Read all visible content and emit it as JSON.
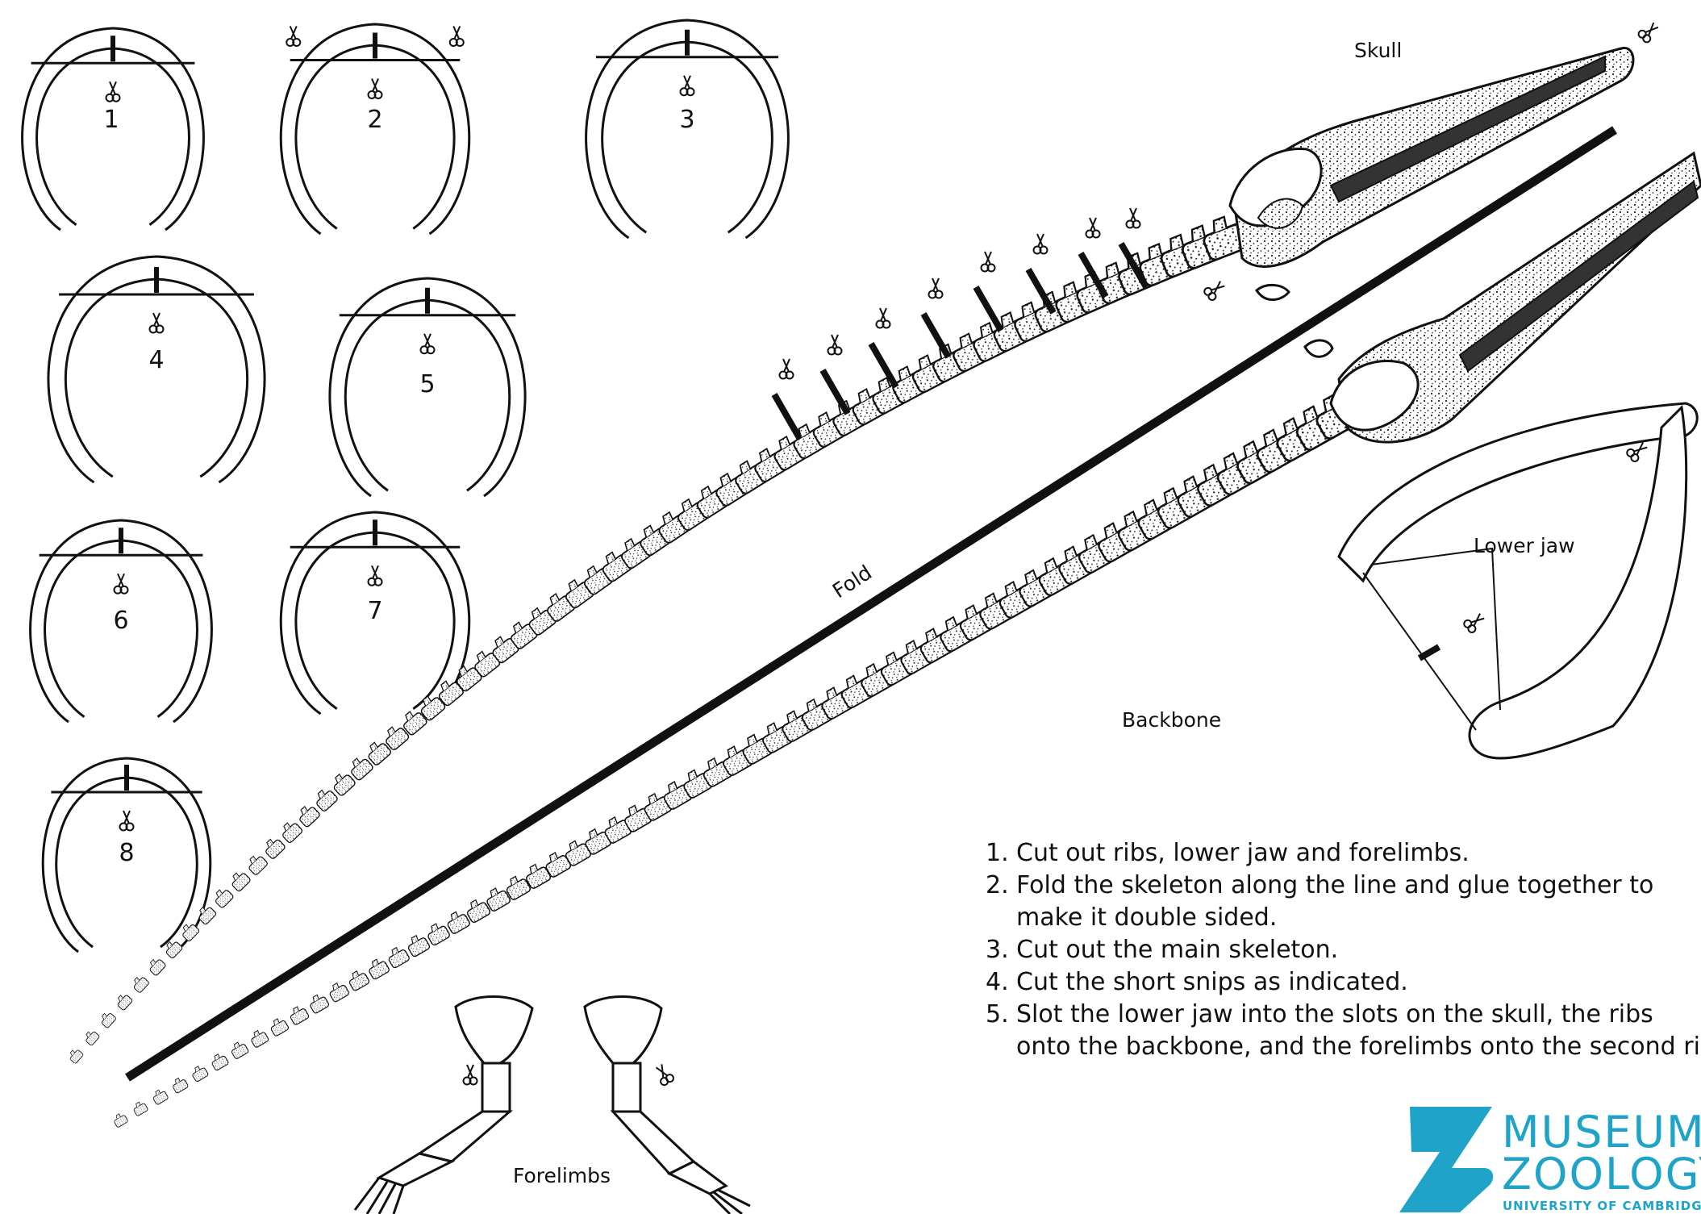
{
  "rib_numbers": [
    "1",
    "2",
    "3",
    "4",
    "5",
    "6",
    "7",
    "8"
  ],
  "labels": {
    "skull": "Skull",
    "fold": "Fold",
    "lower_jaw": "Lower jaw",
    "backbone": "Backbone",
    "forelimbs": "Forelimbs"
  },
  "instructions": [
    {
      "num": "1.",
      "text": "Cut out ribs, lower jaw and forelimbs."
    },
    {
      "num": "2.",
      "text": "Fold the skeleton along the line and glue together to"
    },
    {
      "num": "",
      "text": "make it double sided."
    },
    {
      "num": "3.",
      "text": "Cut out the main skeleton."
    },
    {
      "num": "4.",
      "text": "Cut the short snips as indicated."
    },
    {
      "num": "5.",
      "text": "Slot the lower jaw into the slots on the skull, the ribs"
    },
    {
      "num": "",
      "text": "onto the backbone, and the forelimbs onto the second rib."
    }
  ],
  "logo": {
    "line1": "MUSEUM OF",
    "line2": "ZOOLOGY",
    "line3": "UNIVERSITY OF CAMBRIDGE",
    "color": "#1fa3c9"
  }
}
